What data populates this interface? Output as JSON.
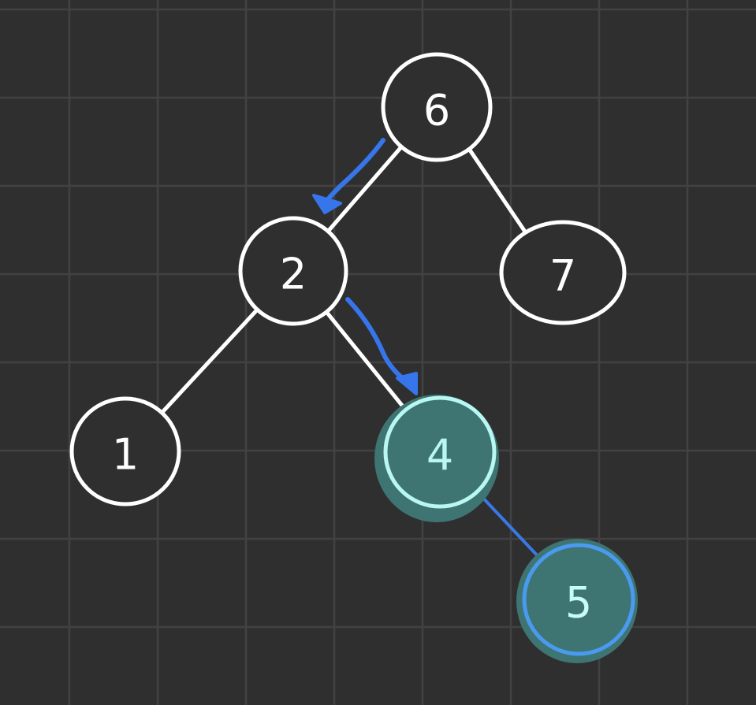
{
  "tree": {
    "nodes": [
      {
        "id": "n6",
        "label": "6",
        "state": "default"
      },
      {
        "id": "n2",
        "label": "2",
        "state": "default"
      },
      {
        "id": "n7",
        "label": "7",
        "state": "default"
      },
      {
        "id": "n1",
        "label": "1",
        "state": "default"
      },
      {
        "id": "n4",
        "label": "4",
        "state": "highlighted"
      },
      {
        "id": "n5",
        "label": "5",
        "state": "inserted"
      }
    ],
    "edges": [
      {
        "from": "n6",
        "to": "n2",
        "state": "default"
      },
      {
        "from": "n6",
        "to": "n7",
        "state": "default"
      },
      {
        "from": "n2",
        "to": "n1",
        "state": "default"
      },
      {
        "from": "n2",
        "to": "n4",
        "state": "default"
      },
      {
        "from": "n4",
        "to": "n5",
        "state": "inserted"
      }
    ],
    "traversal_arrows": [
      {
        "from": "n6",
        "to": "n2"
      },
      {
        "from": "n2",
        "to": "n4"
      }
    ]
  },
  "colors": {
    "background": "#2f2f2f",
    "grid_line": "#424242",
    "default_stroke": "#ffffff",
    "default_text": "#ffffff",
    "highlight_fill": "#3e7573",
    "highlight_stroke": "#b9f7f2",
    "highlight_text": "#b9f7f2",
    "inserted_stroke": "#4a9af0",
    "inserted_text": "#c9fbf6",
    "arrow": "#3775eb",
    "inserted_edge": "#3a78e8"
  }
}
